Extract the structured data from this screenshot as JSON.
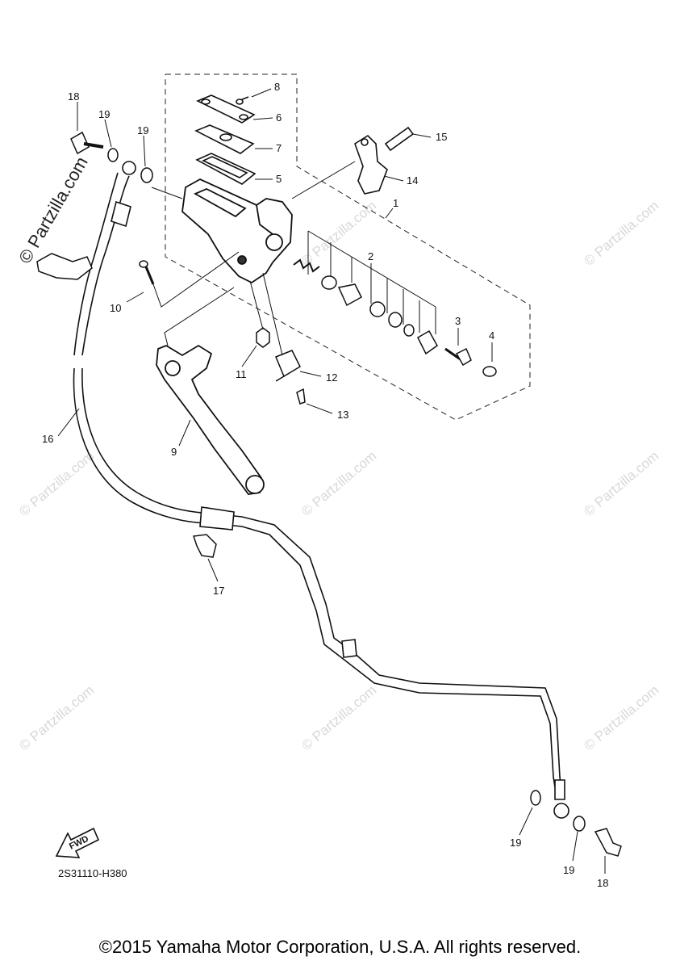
{
  "diagram": {
    "callouts": [
      "1",
      "2",
      "3",
      "4",
      "5",
      "6",
      "7",
      "8",
      "9",
      "10",
      "11",
      "12",
      "13",
      "14",
      "15",
      "16",
      "17",
      "18",
      "19"
    ],
    "labels": {
      "c1": "1",
      "c2": "2",
      "c3": "3",
      "c4": "4",
      "c5": "5",
      "c6": "6",
      "c7": "7",
      "c8": "8",
      "c9": "9",
      "c10": "10",
      "c11": "11",
      "c12": "12",
      "c13": "13",
      "c14": "14",
      "c15": "15",
      "c16": "16",
      "c17": "17",
      "c18a": "18",
      "c18b": "18",
      "c19a": "19",
      "c19b": "19",
      "c19c": "19",
      "c19d": "19"
    },
    "fwd_label": "FWD",
    "part_number": "2S31110-H380",
    "watermark": "© Partzilla.com",
    "copyright": "©2015 Yamaha Motor Corporation, U.S.A. All rights reserved."
  }
}
